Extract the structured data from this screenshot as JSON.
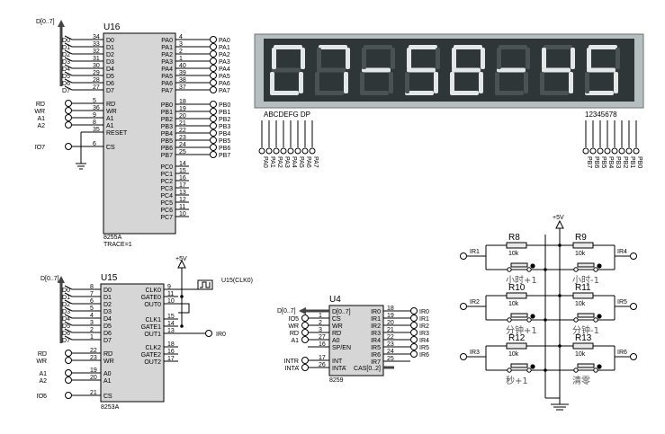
{
  "bus_label_d": "D[0..7]",
  "u16": {
    "ref": "U16",
    "type": "8255A",
    "trace": "TRACE=1",
    "left_data": [
      {
        "net": "D0",
        "num": "34",
        "pin": "D0"
      },
      {
        "net": "D1",
        "num": "33",
        "pin": "D1"
      },
      {
        "net": "D2",
        "num": "32",
        "pin": "D2"
      },
      {
        "net": "D3",
        "num": "31",
        "pin": "D3"
      },
      {
        "net": "D4",
        "num": "30",
        "pin": "D4"
      },
      {
        "net": "D5",
        "num": "29",
        "pin": "D5"
      },
      {
        "net": "D6",
        "num": "28",
        "pin": "D6"
      },
      {
        "net": "D7",
        "num": "27",
        "pin": "D7"
      }
    ],
    "left_ctrl": [
      {
        "net": "RD",
        "num": "5",
        "pin": "RD"
      },
      {
        "net": "WR",
        "num": "36",
        "pin": "WR"
      },
      {
        "net": "A1",
        "num": "9",
        "pin": "A1"
      },
      {
        "net": "A2",
        "num": "8",
        "pin": "A1"
      },
      {
        "net": "",
        "num": "35",
        "pin": "RESET"
      },
      {
        "net": "IO7",
        "num": "6",
        "pin": "CS"
      }
    ],
    "pa": [
      {
        "pin": "PA0",
        "num": "4",
        "net": "PA0"
      },
      {
        "pin": "PA1",
        "num": "3",
        "net": "PA1"
      },
      {
        "pin": "PA2",
        "num": "2",
        "net": "PA2"
      },
      {
        "pin": "PA3",
        "num": "1",
        "net": "PA3"
      },
      {
        "pin": "PA4",
        "num": "40",
        "net": "PA4"
      },
      {
        "pin": "PA5",
        "num": "39",
        "net": "PA5"
      },
      {
        "pin": "PA6",
        "num": "38",
        "net": "PA6"
      },
      {
        "pin": "PA7",
        "num": "37",
        "net": "PA7"
      }
    ],
    "pb": [
      {
        "pin": "PB0",
        "num": "18",
        "net": "PB0"
      },
      {
        "pin": "PB1",
        "num": "19",
        "net": "PB1"
      },
      {
        "pin": "PB2",
        "num": "20",
        "net": "PB2"
      },
      {
        "pin": "PB3",
        "num": "21",
        "net": "PB3"
      },
      {
        "pin": "PB4",
        "num": "22",
        "net": "PB4"
      },
      {
        "pin": "PB5",
        "num": "23",
        "net": "PB5"
      },
      {
        "pin": "PB6",
        "num": "24",
        "net": "PB6"
      },
      {
        "pin": "PB7",
        "num": "25",
        "net": "PB7"
      }
    ],
    "pc": [
      {
        "pin": "PC0",
        "num": "14"
      },
      {
        "pin": "PC1",
        "num": "15"
      },
      {
        "pin": "PC2",
        "num": "16"
      },
      {
        "pin": "PC3",
        "num": "17"
      },
      {
        "pin": "PC4",
        "num": "13"
      },
      {
        "pin": "PC5",
        "num": "12"
      },
      {
        "pin": "PC6",
        "num": "11"
      },
      {
        "pin": "PC7",
        "num": "10"
      }
    ]
  },
  "display": {
    "text": "07-58-45",
    "seg_label": "ABCDEFG  DP",
    "digit_label": "12345678",
    "bottom_left": [
      "PA0",
      "PA1",
      "PA2",
      "PA3",
      "PA4",
      "PA5",
      "PA6",
      "PA7"
    ],
    "bottom_right": [
      "PB7",
      "PB6",
      "PB5",
      "PB4",
      "PB3",
      "PB2",
      "PB1",
      "PB0"
    ],
    "bg": "#2f3638",
    "frame": "#b7bec0",
    "segment_on": "#e4e7e7",
    "segment_off": "#4a5254"
  },
  "u15": {
    "ref": "U15",
    "type": "8253A",
    "vcc": "+5V",
    "clk_label": "U15(CLK0)",
    "left_data": [
      {
        "net": "D0",
        "num": "8",
        "pin": "D0"
      },
      {
        "net": "D1",
        "num": "7",
        "pin": "D1"
      },
      {
        "net": "D2",
        "num": "6",
        "pin": "D2"
      },
      {
        "net": "D3",
        "num": "5",
        "pin": "D3"
      },
      {
        "net": "D4",
        "num": "4",
        "pin": "D4"
      },
      {
        "net": "D5",
        "num": "3",
        "pin": "D5"
      },
      {
        "net": "D6",
        "num": "2",
        "pin": "D6"
      },
      {
        "net": "D7",
        "num": "1",
        "pin": "D7"
      }
    ],
    "left_ctrl": [
      {
        "net": "RD",
        "num": "22",
        "pin": "RD"
      },
      {
        "net": "WR",
        "num": "23",
        "pin": "WR"
      },
      {
        "net": "A1",
        "num": "19",
        "pin": "A0"
      },
      {
        "net": "A2",
        "num": "20",
        "pin": "A1"
      },
      {
        "net": "IO6",
        "num": "21",
        "pin": "CS"
      }
    ],
    "right": [
      {
        "pin": "CLK0",
        "num": "9"
      },
      {
        "pin": "GATE0",
        "num": "11"
      },
      {
        "pin": "OUT0",
        "num": "10"
      },
      {
        "pin": "CLK1",
        "num": "15"
      },
      {
        "pin": "GATE1",
        "num": "14"
      },
      {
        "pin": "OUT1",
        "num": "13"
      },
      {
        "pin": "CLK2",
        "num": "18"
      },
      {
        "pin": "GATE2",
        "num": "16"
      },
      {
        "pin": "OUT2",
        "num": "17"
      }
    ],
    "out_net": "IR0"
  },
  "u4": {
    "ref": "U4",
    "type": "8259",
    "bus_label": "D[0..7]",
    "left": [
      {
        "net": "IO5",
        "num": "1",
        "pin": "CS"
      },
      {
        "net": "WR",
        "num": "2",
        "pin": "WR"
      },
      {
        "net": "RD",
        "num": "3",
        "pin": "RD"
      },
      {
        "net": "A1",
        "num": "27",
        "pin": "A0"
      },
      {
        "net": "",
        "num": "16",
        "pin": "SP/EN"
      }
    ],
    "left_int": [
      {
        "net": "INTR",
        "num": "17",
        "pin": "INT"
      },
      {
        "net": "INTA",
        "num": "26",
        "pin": "INTA"
      }
    ],
    "right": [
      {
        "pin": "IR0",
        "num": "18",
        "net": "IR0"
      },
      {
        "pin": "IR1",
        "num": "19",
        "net": "IR1"
      },
      {
        "pin": "IR2",
        "num": "20",
        "net": "IR2"
      },
      {
        "pin": "IR3",
        "num": "21",
        "net": "IR3"
      },
      {
        "pin": "IR4",
        "num": "22",
        "net": "IR4"
      },
      {
        "pin": "IR5",
        "num": "23",
        "net": "IR5"
      },
      {
        "pin": "IR6",
        "num": "24",
        "net": "IR6"
      },
      {
        "pin": "IR7",
        "num": "25",
        "net": ""
      }
    ],
    "d07_pin": "D[0..7]",
    "cas_pin": "CAS[0..2]"
  },
  "buttons": {
    "vcc": "+5V",
    "groups": [
      {
        "left_net": "IR1",
        "right_net": "IR4",
        "r_left": "R8",
        "r_right": "R9",
        "val": "10k",
        "label_left": "小时+1",
        "label_right": "小时-1"
      },
      {
        "left_net": "IR2",
        "right_net": "IR5",
        "r_left": "R10",
        "r_right": "R11",
        "val": "10k",
        "label_left": "分钟+1",
        "label_right": "分钟-1"
      },
      {
        "left_net": "IR3",
        "right_net": "IR6",
        "r_left": "R12",
        "r_right": "R13",
        "val": "10k",
        "label_left": "秒+1",
        "label_right": "清零"
      }
    ]
  }
}
